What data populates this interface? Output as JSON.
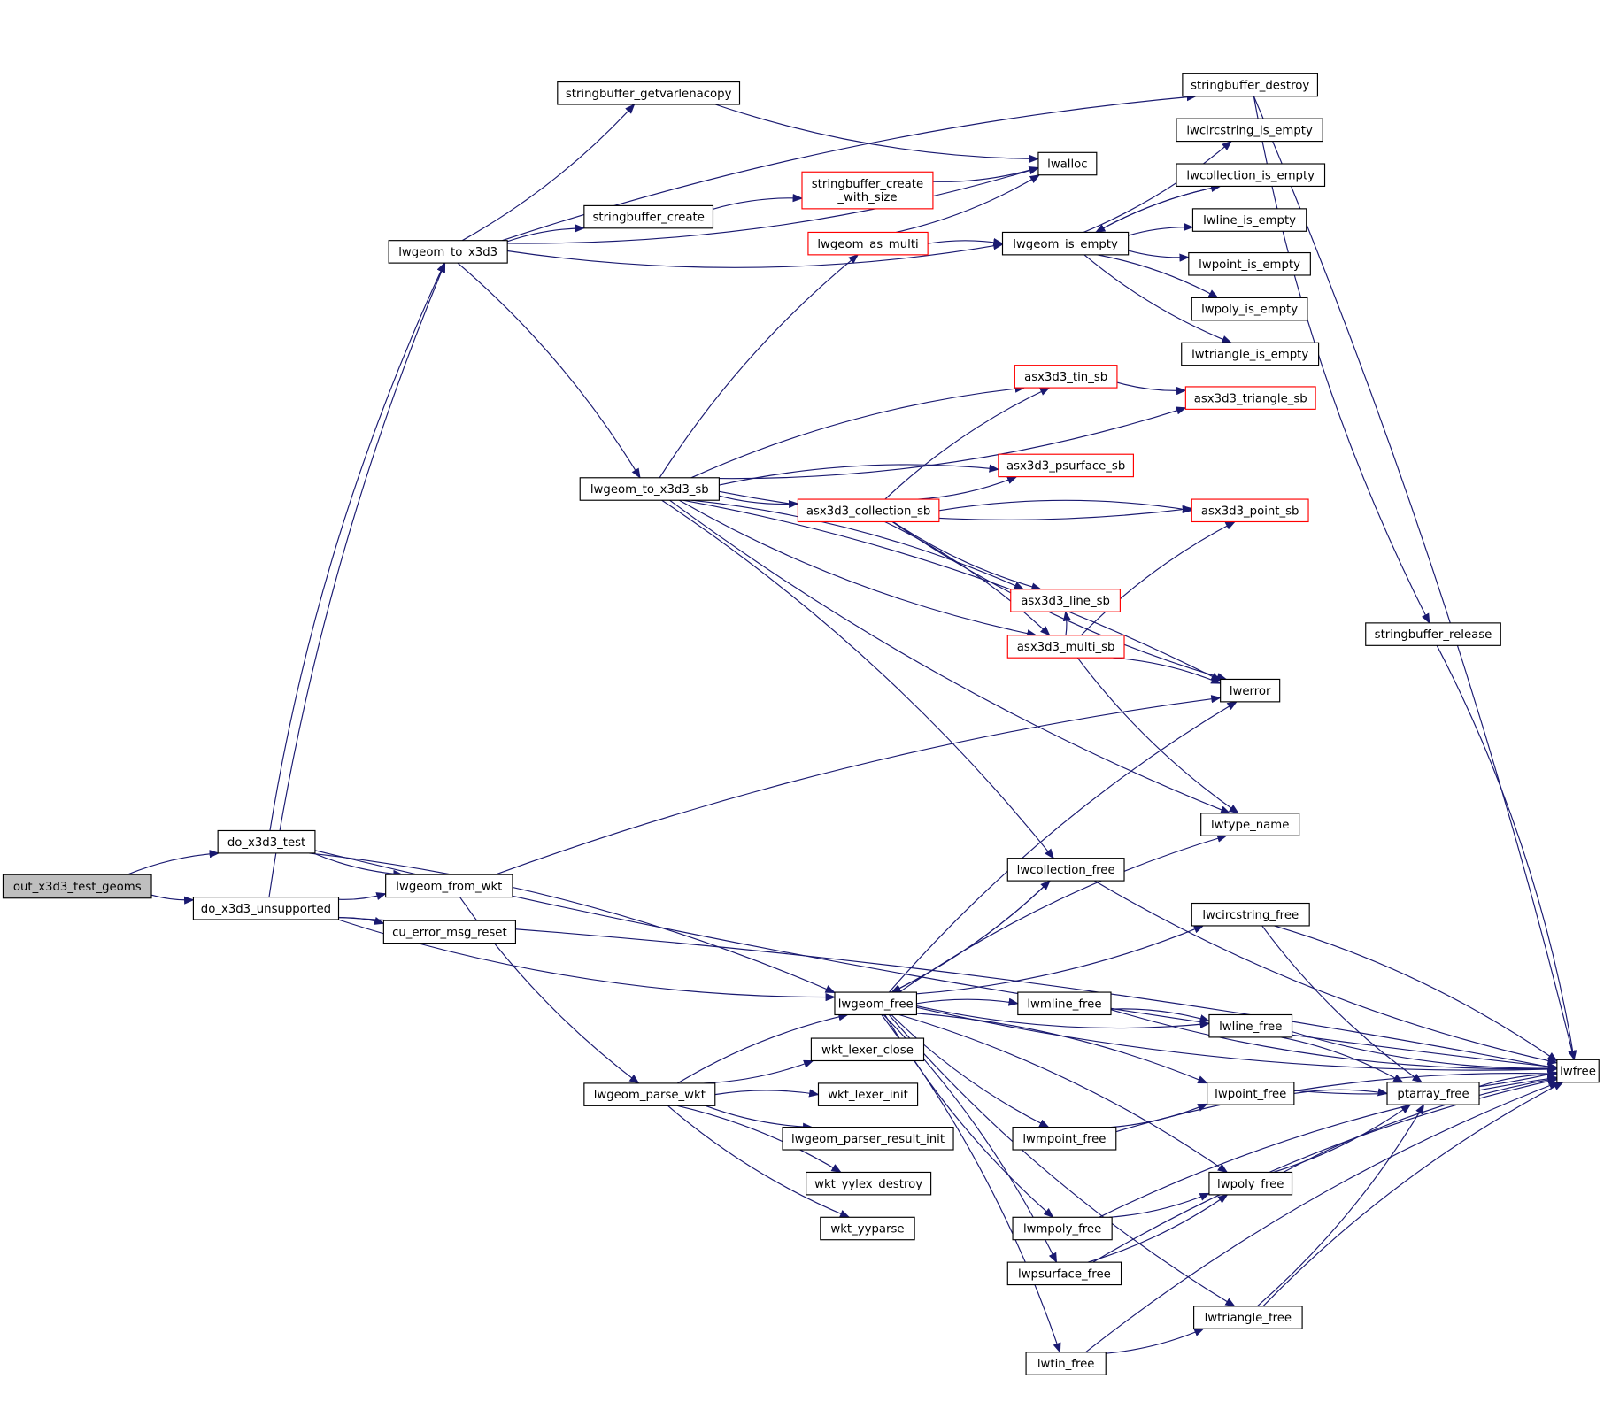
{
  "colors": {
    "edge": "#191970",
    "root_fill": "#bfbfbf",
    "highlight_border": "#ff0000",
    "border": "#000000"
  },
  "nodes": [
    {
      "id": "out_x3d3_test_geoms",
      "label": "out_x3d3_test_geoms",
      "root": true
    },
    {
      "id": "do_x3d3_test",
      "label": "do_x3d3_test"
    },
    {
      "id": "do_x3d3_unsupported",
      "label": "do_x3d3_unsupported"
    },
    {
      "id": "lwgeom_from_wkt",
      "label": "lwgeom_from_wkt"
    },
    {
      "id": "cu_error_msg_reset",
      "label": "cu_error_msg_reset"
    },
    {
      "id": "lwgeom_to_x3d3",
      "label": "lwgeom_to_x3d3"
    },
    {
      "id": "stringbuffer_getvarlenacopy",
      "label": "stringbuffer_getvarlenacopy"
    },
    {
      "id": "stringbuffer_create",
      "label": "stringbuffer_create"
    },
    {
      "id": "stringbuffer_create_with_size",
      "label": "stringbuffer_create\n_with_size",
      "red": true
    },
    {
      "id": "lwalloc",
      "label": "lwalloc"
    },
    {
      "id": "stringbuffer_destroy",
      "label": "stringbuffer_destroy"
    },
    {
      "id": "lwgeom_as_multi",
      "label": "lwgeom_as_multi",
      "red": true
    },
    {
      "id": "lwgeom_is_empty",
      "label": "lwgeom_is_empty"
    },
    {
      "id": "lwcircstring_is_empty",
      "label": "lwcircstring_is_empty"
    },
    {
      "id": "lwcollection_is_empty",
      "label": "lwcollection_is_empty"
    },
    {
      "id": "lwline_is_empty",
      "label": "lwline_is_empty"
    },
    {
      "id": "lwpoint_is_empty",
      "label": "lwpoint_is_empty"
    },
    {
      "id": "lwpoly_is_empty",
      "label": "lwpoly_is_empty"
    },
    {
      "id": "lwtriangle_is_empty",
      "label": "lwtriangle_is_empty"
    },
    {
      "id": "asx3d3_tin_sb",
      "label": "asx3d3_tin_sb",
      "red": true
    },
    {
      "id": "asx3d3_triangle_sb",
      "label": "asx3d3_triangle_sb",
      "red": true
    },
    {
      "id": "asx3d3_psurface_sb",
      "label": "asx3d3_psurface_sb",
      "red": true
    },
    {
      "id": "lwgeom_to_x3d3_sb",
      "label": "lwgeom_to_x3d3_sb"
    },
    {
      "id": "asx3d3_collection_sb",
      "label": "asx3d3_collection_sb",
      "red": true
    },
    {
      "id": "asx3d3_point_sb",
      "label": "asx3d3_point_sb",
      "red": true
    },
    {
      "id": "asx3d3_line_sb",
      "label": "asx3d3_line_sb",
      "red": true
    },
    {
      "id": "asx3d3_multi_sb",
      "label": "asx3d3_multi_sb",
      "red": true
    },
    {
      "id": "stringbuffer_release",
      "label": "stringbuffer_release"
    },
    {
      "id": "lwerror",
      "label": "lwerror"
    },
    {
      "id": "lwtype_name",
      "label": "lwtype_name"
    },
    {
      "id": "lwcollection_free",
      "label": "lwcollection_free"
    },
    {
      "id": "lwcircstring_free",
      "label": "lwcircstring_free"
    },
    {
      "id": "lwgeom_free",
      "label": "lwgeom_free"
    },
    {
      "id": "lwmline_free",
      "label": "lwmline_free"
    },
    {
      "id": "lwline_free",
      "label": "lwline_free"
    },
    {
      "id": "lwfree",
      "label": "lwfree"
    },
    {
      "id": "wkt_lexer_close",
      "label": "wkt_lexer_close"
    },
    {
      "id": "lwgeom_parse_wkt",
      "label": "lwgeom_parse_wkt"
    },
    {
      "id": "wkt_lexer_init",
      "label": "wkt_lexer_init"
    },
    {
      "id": "lwpoint_free",
      "label": "lwpoint_free"
    },
    {
      "id": "ptarray_free",
      "label": "ptarray_free"
    },
    {
      "id": "lwgeom_parser_result_init",
      "label": "lwgeom_parser_result_init"
    },
    {
      "id": "lwmpoint_free",
      "label": "lwmpoint_free"
    },
    {
      "id": "lwpoly_free",
      "label": "lwpoly_free"
    },
    {
      "id": "wkt_yylex_destroy",
      "label": "wkt_yylex_destroy"
    },
    {
      "id": "wkt_yyparse",
      "label": "wkt_yyparse"
    },
    {
      "id": "lwmpoly_free",
      "label": "lwmpoly_free"
    },
    {
      "id": "lwpsurface_free",
      "label": "lwpsurface_free"
    },
    {
      "id": "lwtriangle_free",
      "label": "lwtriangle_free"
    },
    {
      "id": "lwtin_free",
      "label": "lwtin_free"
    }
  ],
  "edges": [
    [
      "out_x3d3_test_geoms",
      "do_x3d3_test"
    ],
    [
      "out_x3d3_test_geoms",
      "do_x3d3_unsupported"
    ],
    [
      "do_x3d3_test",
      "lwgeom_to_x3d3"
    ],
    [
      "do_x3d3_test",
      "lwgeom_from_wkt"
    ],
    [
      "do_x3d3_test",
      "lwgeom_free"
    ],
    [
      "do_x3d3_test",
      "lwfree"
    ],
    [
      "do_x3d3_unsupported",
      "lwgeom_to_x3d3"
    ],
    [
      "do_x3d3_unsupported",
      "lwgeom_from_wkt"
    ],
    [
      "do_x3d3_unsupported",
      "cu_error_msg_reset"
    ],
    [
      "do_x3d3_unsupported",
      "lwgeom_free"
    ],
    [
      "do_x3d3_unsupported",
      "lwfree"
    ],
    [
      "lwgeom_to_x3d3",
      "stringbuffer_getvarlenacopy"
    ],
    [
      "lwgeom_to_x3d3",
      "stringbuffer_destroy"
    ],
    [
      "lwgeom_to_x3d3",
      "lwalloc"
    ],
    [
      "lwgeom_to_x3d3",
      "stringbuffer_create"
    ],
    [
      "lwgeom_to_x3d3",
      "lwgeom_is_empty"
    ],
    [
      "lwgeom_to_x3d3",
      "lwgeom_to_x3d3_sb"
    ],
    [
      "stringbuffer_getvarlenacopy",
      "lwalloc"
    ],
    [
      "stringbuffer_create",
      "stringbuffer_create_with_size"
    ],
    [
      "stringbuffer_create_with_size",
      "lwalloc"
    ],
    [
      "stringbuffer_destroy",
      "lwfree"
    ],
    [
      "stringbuffer_destroy",
      "stringbuffer_release"
    ],
    [
      "stringbuffer_release",
      "lwfree"
    ],
    [
      "lwgeom_as_multi",
      "lwalloc"
    ],
    [
      "lwgeom_as_multi",
      "lwgeom_is_empty"
    ],
    [
      "lwgeom_is_empty",
      "lwcircstring_is_empty"
    ],
    [
      "lwgeom_is_empty",
      "lwcollection_is_empty"
    ],
    [
      "lwcollection_is_empty",
      "lwgeom_is_empty"
    ],
    [
      "lwgeom_is_empty",
      "lwline_is_empty"
    ],
    [
      "lwgeom_is_empty",
      "lwpoint_is_empty"
    ],
    [
      "lwgeom_is_empty",
      "lwpoly_is_empty"
    ],
    [
      "lwgeom_is_empty",
      "lwtriangle_is_empty"
    ],
    [
      "lwgeom_to_x3d3_sb",
      "lwgeom_as_multi"
    ],
    [
      "lwgeom_to_x3d3_sb",
      "asx3d3_triangle_sb"
    ],
    [
      "lwgeom_to_x3d3_sb",
      "asx3d3_tin_sb"
    ],
    [
      "lwgeom_to_x3d3_sb",
      "asx3d3_point_sb"
    ],
    [
      "lwgeom_to_x3d3_sb",
      "asx3d3_psurface_sb"
    ],
    [
      "lwgeom_to_x3d3_sb",
      "asx3d3_collection_sb"
    ],
    [
      "lwgeom_to_x3d3_sb",
      "asx3d3_line_sb"
    ],
    [
      "lwgeom_to_x3d3_sb",
      "asx3d3_multi_sb"
    ],
    [
      "lwgeom_to_x3d3_sb",
      "lwerror"
    ],
    [
      "lwgeom_to_x3d3_sb",
      "lwtype_name"
    ],
    [
      "lwgeom_to_x3d3_sb",
      "lwcollection_free"
    ],
    [
      "asx3d3_tin_sb",
      "asx3d3_triangle_sb"
    ],
    [
      "asx3d3_collection_sb",
      "asx3d3_tin_sb"
    ],
    [
      "asx3d3_collection_sb",
      "asx3d3_psurface_sb"
    ],
    [
      "asx3d3_collection_sb",
      "asx3d3_point_sb"
    ],
    [
      "asx3d3_collection_sb",
      "asx3d3_line_sb"
    ],
    [
      "asx3d3_collection_sb",
      "asx3d3_multi_sb"
    ],
    [
      "asx3d3_collection_sb",
      "lwerror"
    ],
    [
      "asx3d3_multi_sb",
      "asx3d3_point_sb"
    ],
    [
      "asx3d3_multi_sb",
      "asx3d3_line_sb"
    ],
    [
      "asx3d3_multi_sb",
      "lwerror"
    ],
    [
      "asx3d3_multi_sb",
      "lwtype_name"
    ],
    [
      "lwgeom_from_wkt",
      "lwerror"
    ],
    [
      "lwgeom_from_wkt",
      "lwgeom_parse_wkt"
    ],
    [
      "lwgeom_parse_wkt",
      "lwgeom_free"
    ],
    [
      "lwgeom_parse_wkt",
      "wkt_lexer_close"
    ],
    [
      "lwgeom_parse_wkt",
      "wkt_lexer_init"
    ],
    [
      "lwgeom_parse_wkt",
      "lwgeom_parser_result_init"
    ],
    [
      "lwgeom_parse_wkt",
      "wkt_yylex_destroy"
    ],
    [
      "lwgeom_parse_wkt",
      "wkt_yyparse"
    ],
    [
      "lwgeom_free",
      "lwerror"
    ],
    [
      "lwgeom_free",
      "lwcollection_free"
    ],
    [
      "lwgeom_free",
      "lwtype_name"
    ],
    [
      "lwgeom_free",
      "lwcircstring_free"
    ],
    [
      "lwgeom_free",
      "lwmline_free"
    ],
    [
      "lwgeom_free",
      "lwline_free"
    ],
    [
      "lwgeom_free",
      "lwpoint_free"
    ],
    [
      "lwgeom_free",
      "lwmpoint_free"
    ],
    [
      "lwgeom_free",
      "lwpoly_free"
    ],
    [
      "lwgeom_free",
      "lwmpoly_free"
    ],
    [
      "lwgeom_free",
      "lwpsurface_free"
    ],
    [
      "lwgeom_free",
      "lwtriangle_free"
    ],
    [
      "lwgeom_free",
      "lwtin_free"
    ],
    [
      "lwgeom_free",
      "lwfree"
    ],
    [
      "lwcollection_free",
      "lwgeom_free"
    ],
    [
      "lwcollection_free",
      "lwfree"
    ],
    [
      "lwcircstring_free",
      "lwfree"
    ],
    [
      "lwcircstring_free",
      "ptarray_free"
    ],
    [
      "lwmline_free",
      "lwline_free"
    ],
    [
      "lwmline_free",
      "lwfree"
    ],
    [
      "lwline_free",
      "ptarray_free"
    ],
    [
      "lwline_free",
      "lwfree"
    ],
    [
      "lwpoint_free",
      "ptarray_free"
    ],
    [
      "lwpoint_free",
      "lwfree"
    ],
    [
      "ptarray_free",
      "lwfree"
    ],
    [
      "lwmpoint_free",
      "lwpoint_free"
    ],
    [
      "lwmpoint_free",
      "lwfree"
    ],
    [
      "lwpoly_free",
      "ptarray_free"
    ],
    [
      "lwpoly_free",
      "lwfree"
    ],
    [
      "lwmpoly_free",
      "lwpoly_free"
    ],
    [
      "lwmpoly_free",
      "lwfree"
    ],
    [
      "lwpsurface_free",
      "lwpoly_free"
    ],
    [
      "lwpsurface_free",
      "lwfree"
    ],
    [
      "lwtriangle_free",
      "ptarray_free"
    ],
    [
      "lwtriangle_free",
      "lwfree"
    ],
    [
      "lwtin_free",
      "lwtriangle_free"
    ],
    [
      "lwtin_free",
      "lwfree"
    ]
  ]
}
